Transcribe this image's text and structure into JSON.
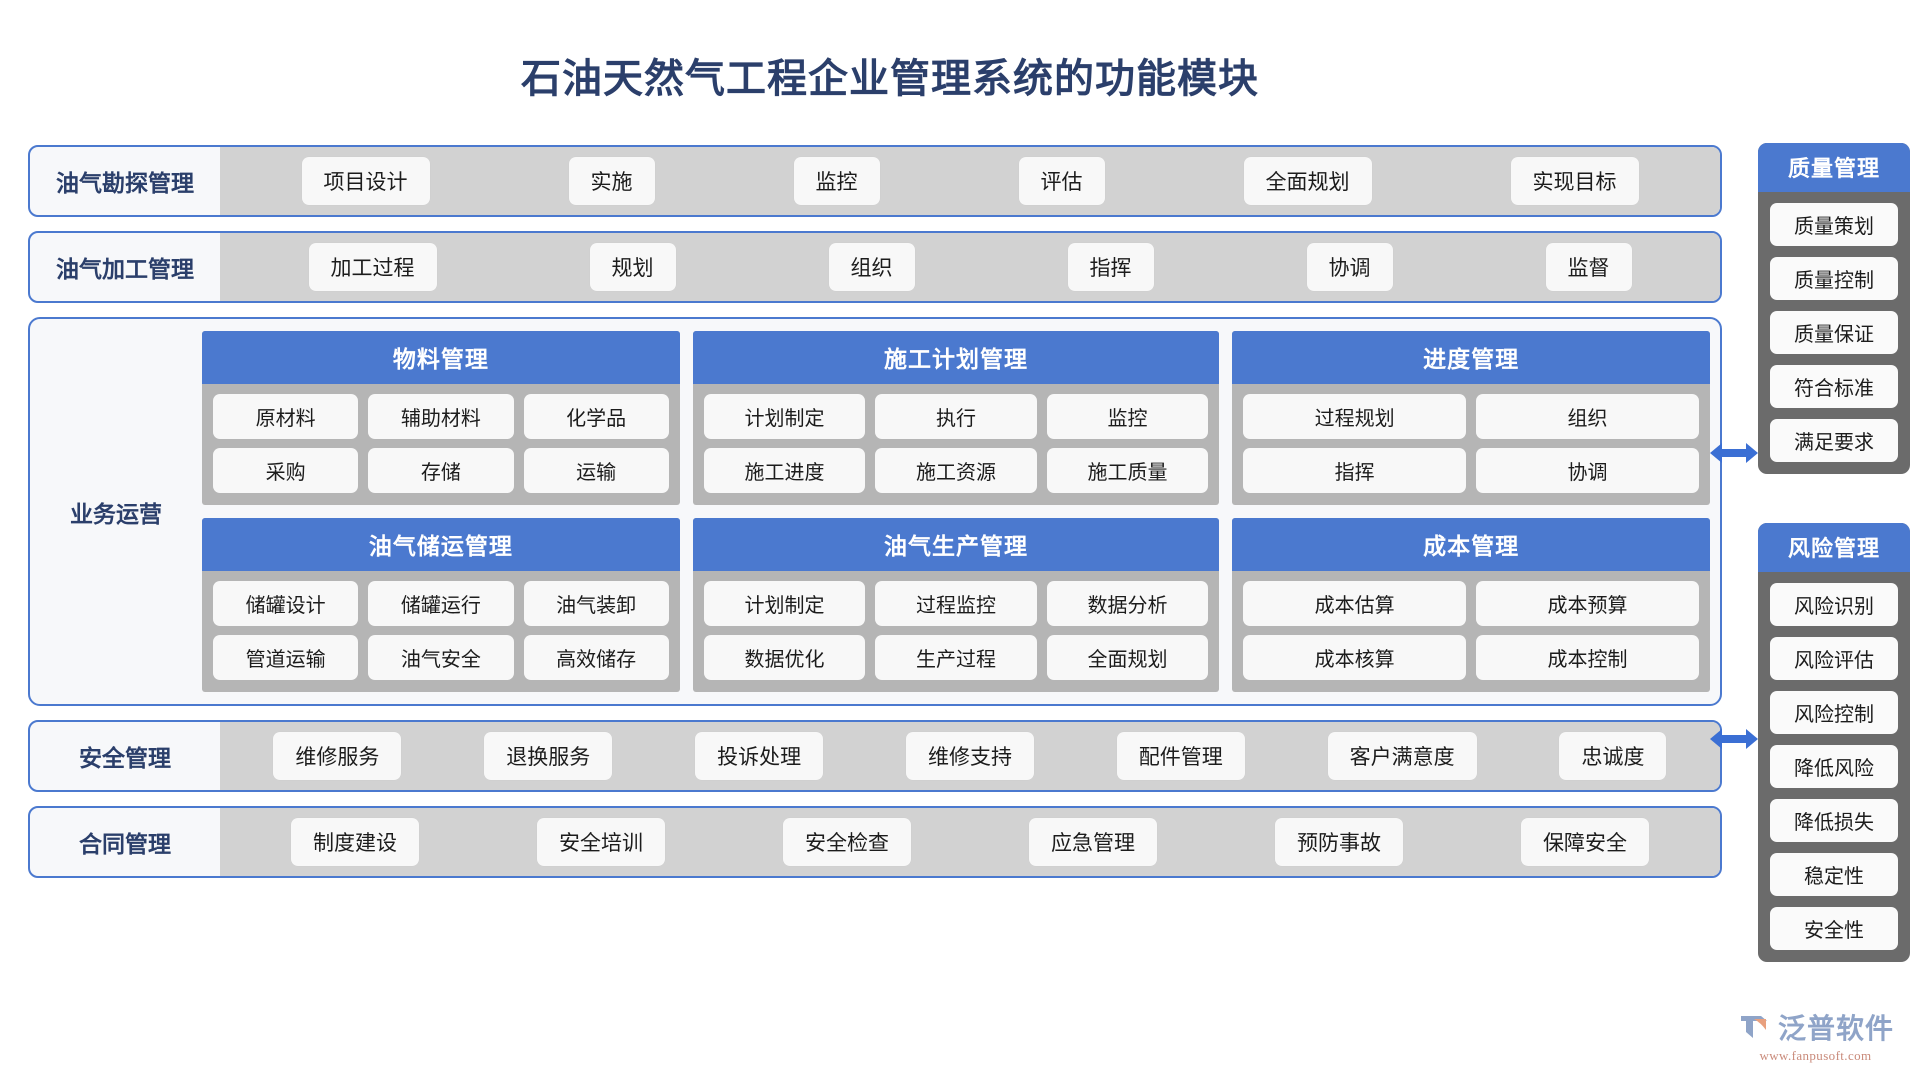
{
  "title": "石油天然气工程企业管理系统的功能模块",
  "rows_top": [
    {
      "label": "油气勘探管理",
      "chips": [
        "项目设计",
        "实施",
        "监控",
        "评估",
        "全面规划",
        "实现目标"
      ]
    },
    {
      "label": "油气加工管理",
      "chips": [
        "加工过程",
        "规划",
        "组织",
        "指挥",
        "协调",
        "监督"
      ]
    }
  ],
  "operations": {
    "label": "业务运营",
    "modules": [
      {
        "title": "物料管理",
        "rows": [
          [
            "原材料",
            "辅助材料",
            "化学品"
          ],
          [
            "采购",
            "存储",
            "运输"
          ]
        ]
      },
      {
        "title": "施工计划管理",
        "rows": [
          [
            "计划制定",
            "执行",
            "监控"
          ],
          [
            "施工进度",
            "施工资源",
            "施工质量"
          ]
        ]
      },
      {
        "title": "进度管理",
        "rows": [
          [
            "过程规划",
            "组织"
          ],
          [
            "指挥",
            "协调"
          ]
        ]
      },
      {
        "title": "油气储运管理",
        "rows": [
          [
            "储罐设计",
            "储罐运行",
            "油气装卸"
          ],
          [
            "管道运输",
            "油气安全",
            "高效储存"
          ]
        ]
      },
      {
        "title": "油气生产管理",
        "rows": [
          [
            "计划制定",
            "过程监控",
            "数据分析"
          ],
          [
            "数据优化",
            "生产过程",
            "全面规划"
          ]
        ]
      },
      {
        "title": "成本管理",
        "rows": [
          [
            "成本估算",
            "成本预算"
          ],
          [
            "成本核算",
            "成本控制"
          ]
        ]
      }
    ]
  },
  "rows_bottom": [
    {
      "label": "安全管理",
      "chips": [
        "维修服务",
        "退换服务",
        "投诉处理",
        "维修支持",
        "配件管理",
        "客户满意度",
        "忠诚度"
      ]
    },
    {
      "label": "合同管理",
      "chips": [
        "制度建设",
        "安全培训",
        "安全检查",
        "应急管理",
        "预防事故",
        "保障安全"
      ]
    }
  ],
  "sidebars": [
    {
      "title": "质量管理",
      "items": [
        "质量策划",
        "质量控制",
        "质量保证",
        "符合标准",
        "满足要求"
      ]
    },
    {
      "title": "风险管理",
      "items": [
        "风险识别",
        "风险评估",
        "风险控制",
        "降低风险",
        "降低损失",
        "稳定性",
        "安全性"
      ]
    }
  ],
  "logo": {
    "name": "泛普软件",
    "url": "www.fanpusoft.com"
  },
  "colors": {
    "accent_blue": "#4b79cf",
    "title_navy": "#2b3f6b",
    "strip_grey": "#d2d2d2",
    "module_grey": "#b5b5b5",
    "sidebar_grey": "#6b6b6b"
  }
}
